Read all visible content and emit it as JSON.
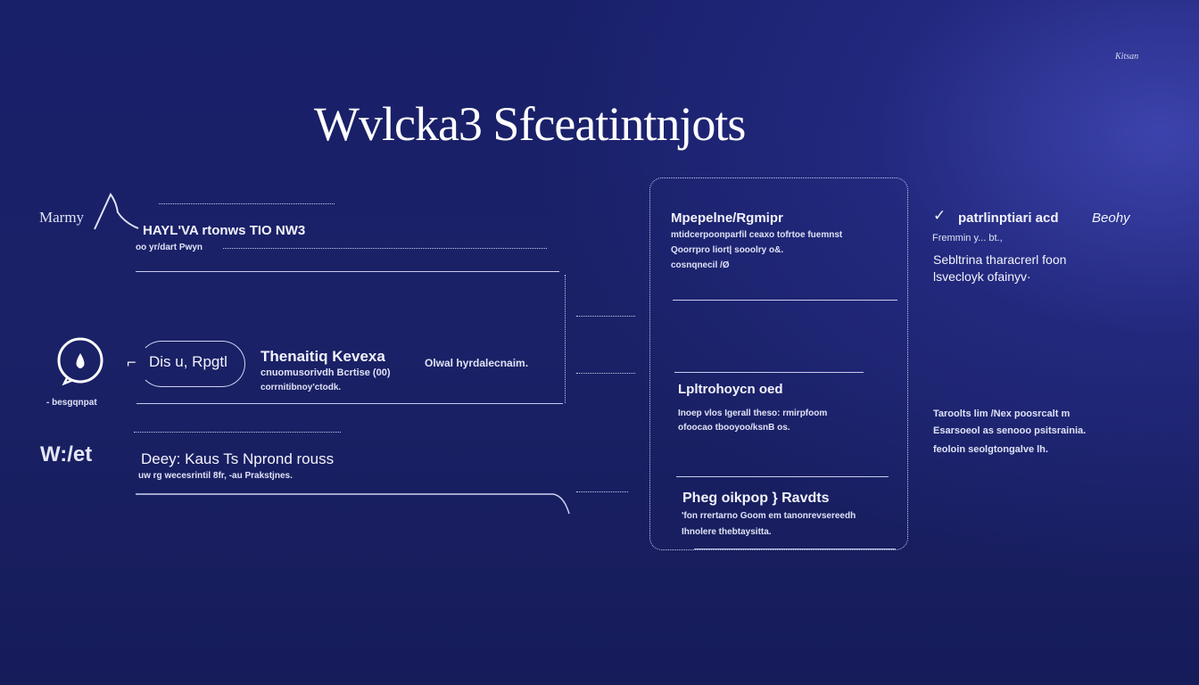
{
  "title": "Wvlcka3 Sfceatintnjots",
  "corner_mark": "Kitsan",
  "left": {
    "label_top": "Marmy",
    "item1": {
      "title": "HAYL'VA rtonws TIO NW3",
      "sub": "oo yr/dart Pwyn"
    },
    "icon_caption": "- besgqnpat",
    "pill": "Dis u, Rpgtl",
    "item2": {
      "title": "Thenaitiq Kevexa",
      "sub1": "cnuomusorivdh Bcrtise (00)",
      "sub2": "corrnitibnoy'ctodk."
    },
    "item2_note": "Olwal hyrdalecnaim.",
    "logo": "W:/et",
    "item3": {
      "title": "Deey: Kaus Ts Nprond rouss",
      "sub": "uw rg wecesrintil 8fr, -au Prakstjnes."
    }
  },
  "center": {
    "block1": {
      "title": "Mpepelne/Rgmipr",
      "lines": [
        "mtidcerpoonparfil ceaxo tofrtoe fuemnst",
        "Qoorrpro liort| sooolry o&.",
        "cosnqnecil /Ø"
      ]
    },
    "block2": {
      "title": "Lpltrohoycn oed",
      "lines": [
        "Inoep vlos Igerall theso: rmirpfoom",
        "ofoocao tbooyoo/ksnB os."
      ]
    },
    "block3": {
      "title": "Pheg oikpop } Ravdts",
      "lines": [
        "'fon rrertarno Goom em tanonrevsereedh",
        "Ihnolere thebtaysitta."
      ]
    }
  },
  "right": {
    "block1": {
      "title": "patrlinptiari acd",
      "title2": "Beohy",
      "sub": "Fremmin y... bt.,",
      "lines": [
        "Sebltrina tharacrerl foon",
        "lsvecloyk ofainyv·"
      ]
    },
    "block2": {
      "lines": [
        "Taroolts lim /Nex poosrcalt m",
        "Esarsoeol as senooo psitsrainia.",
        "feoloin seolgtongalve lh."
      ]
    }
  }
}
